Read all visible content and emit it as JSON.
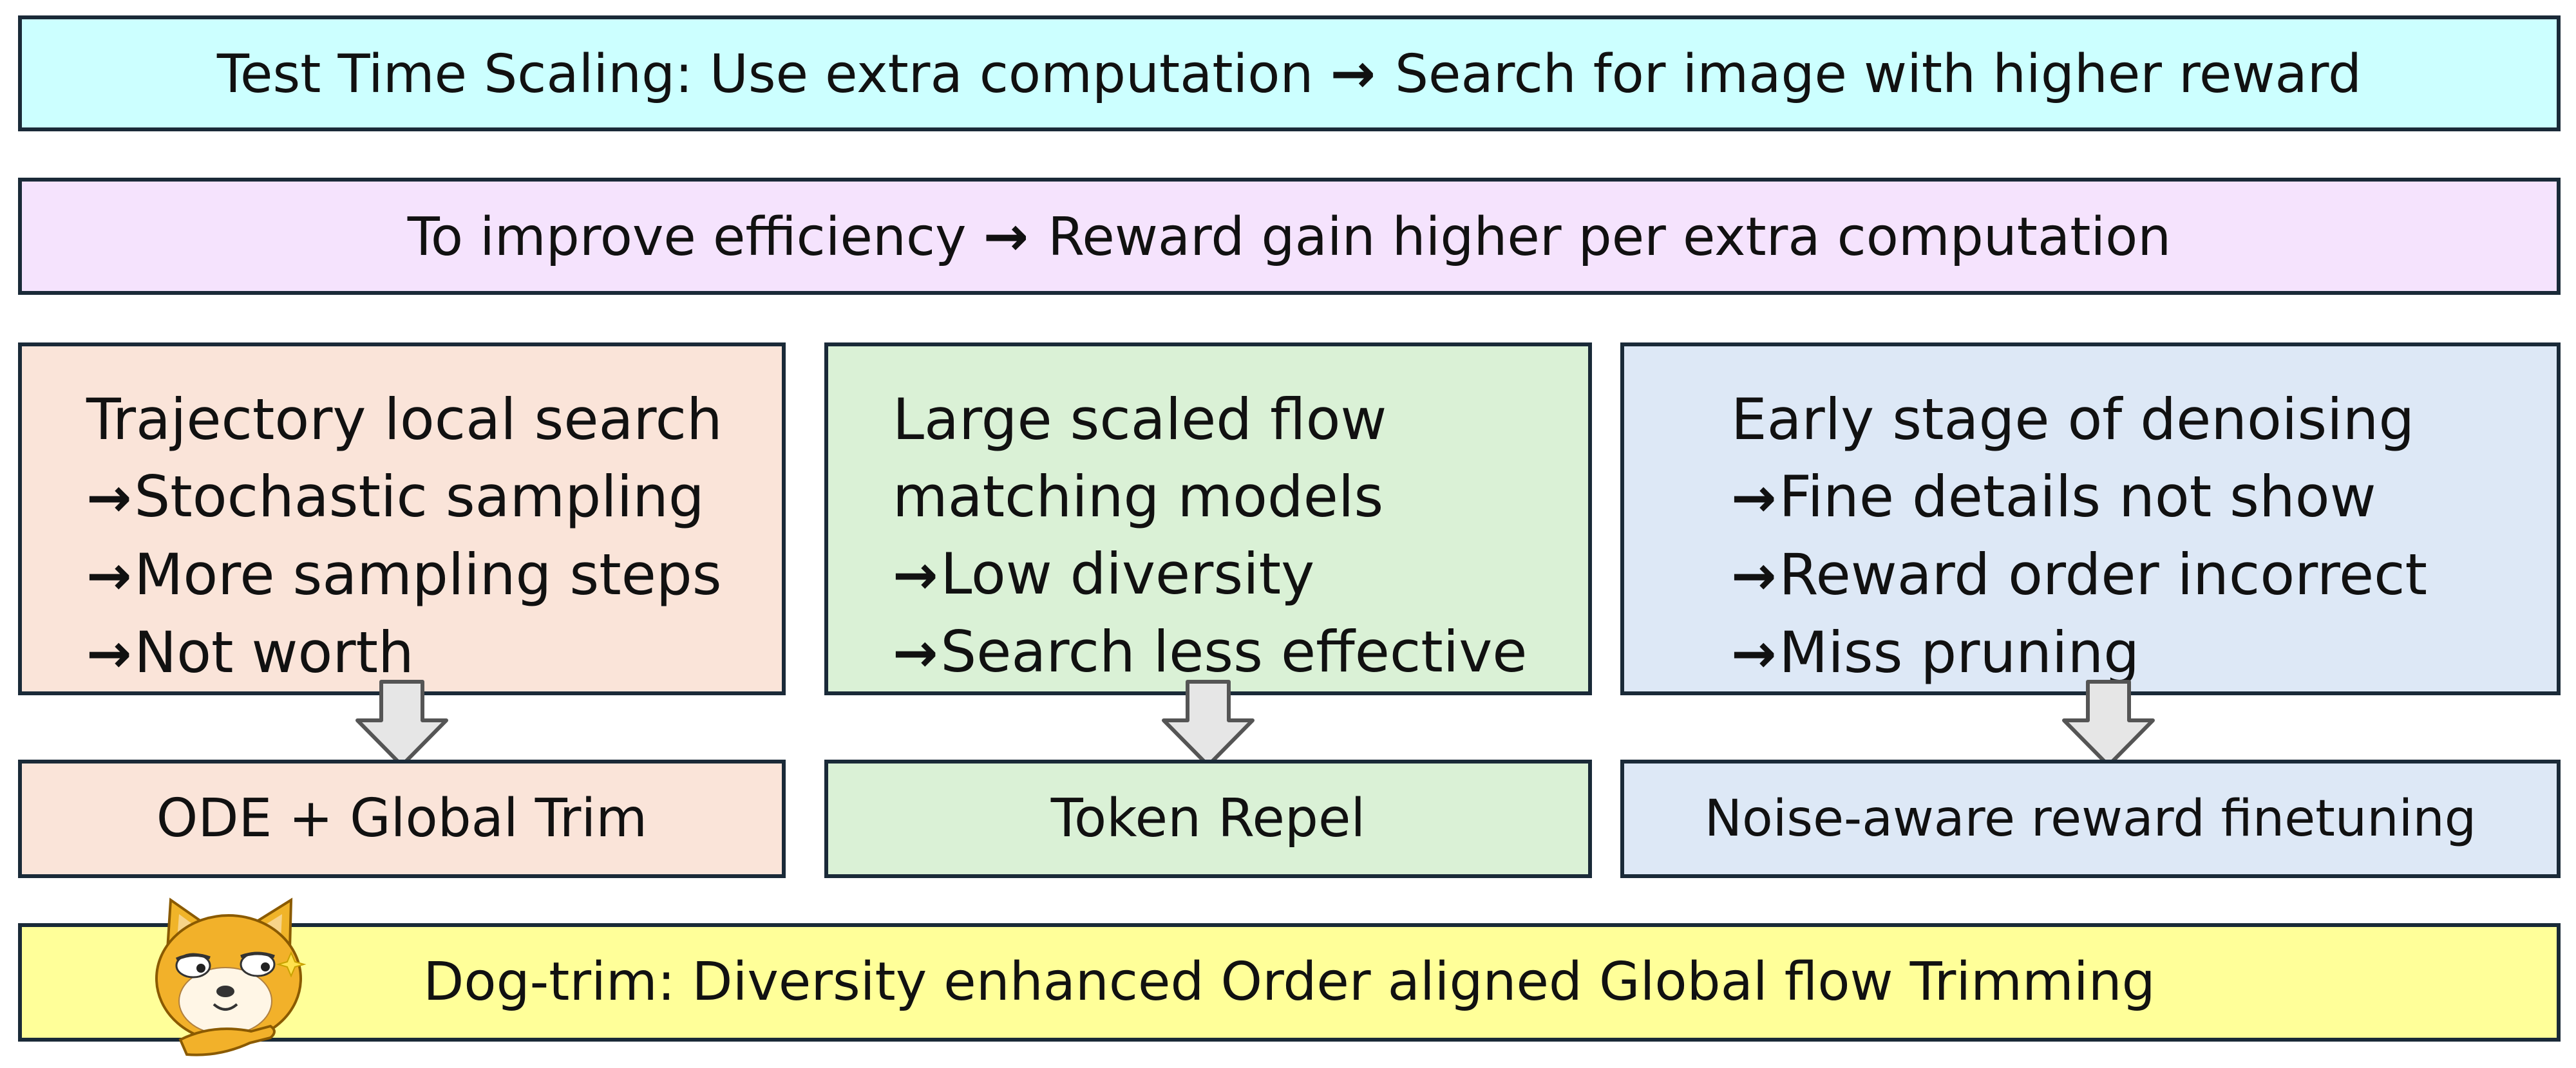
{
  "banner_top": {
    "pre": "Test Time Scaling:  Use extra computation ",
    "post": " Search for image with higher reward"
  },
  "banner_mid": {
    "pre": "To improve efficiency ",
    "post": "  Reward gain higher per extra computation"
  },
  "arrow": "→",
  "columns": [
    {
      "title_lines": [
        "Trajectory local search"
      ],
      "points": [
        "Stochastic sampling",
        "More sampling steps",
        "Not worth"
      ],
      "result": "ODE + Global Trim"
    },
    {
      "title_lines": [
        "Large scaled flow",
        "matching models"
      ],
      "points": [
        "Low diversity",
        "Search less effective"
      ],
      "result": "Token Repel"
    },
    {
      "title_lines": [
        "Early stage of denoising"
      ],
      "points": [
        "Fine details not show",
        "Reward order incorrect",
        "Miss pruning"
      ],
      "result": "Noise-aware reward finetuning"
    }
  ],
  "banner_bottom": {
    "text": "Dog-trim: Diversity enhanced Order aligned Global flow Trimming"
  },
  "colors": {
    "top": "#ccffff",
    "mid": "#f5e3fd",
    "col1": "#fae4d9",
    "col2": "#daf1d6",
    "col3": "#dde8f6",
    "bottom": "#ffff99",
    "border": "#1a2a38"
  },
  "icons": [
    "right-arrow-icon",
    "down-arrow-icon",
    "doge-mascot-icon"
  ]
}
